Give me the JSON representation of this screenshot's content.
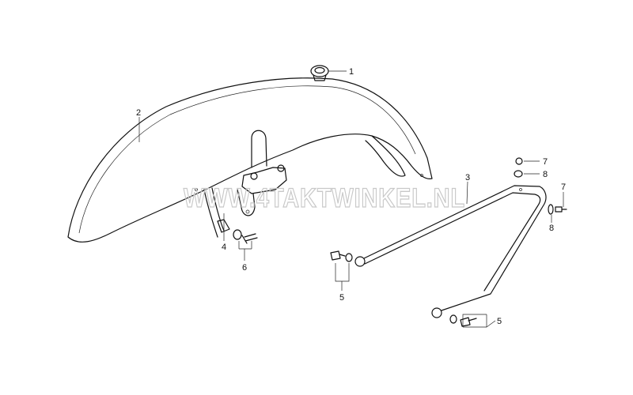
{
  "watermark": "WWW.4TAKTWINKEL.NL",
  "callouts": {
    "c1": "1",
    "c2": "2",
    "c3": "3",
    "c4": "4",
    "c5a": "5",
    "c5b": "5",
    "c6": "6",
    "c7a": "7",
    "c7b": "7",
    "c8a": "8",
    "c8b": "8"
  }
}
